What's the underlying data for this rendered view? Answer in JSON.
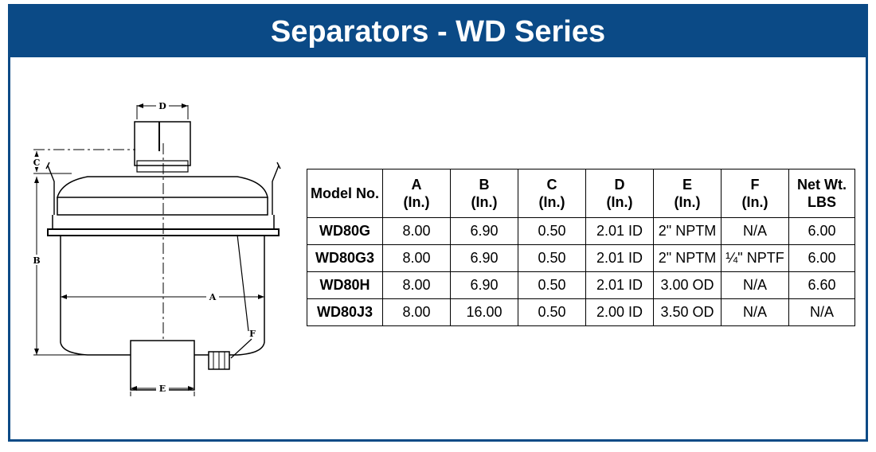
{
  "title": "Separators - WD Series",
  "diagram_labels": {
    "d": "D",
    "c": "C",
    "b": "B",
    "a": "A",
    "f": "F",
    "e": "E"
  },
  "table": {
    "headers": [
      {
        "line1": "Model No.",
        "line2": ""
      },
      {
        "line1": "A",
        "line2": "(In.)"
      },
      {
        "line1": "B",
        "line2": "(In.)"
      },
      {
        "line1": "C",
        "line2": "(In.)"
      },
      {
        "line1": "D",
        "line2": "(In.)"
      },
      {
        "line1": "E",
        "line2": "(In.)"
      },
      {
        "line1": "F",
        "line2": "(In.)"
      },
      {
        "line1": "Net Wt.",
        "line2": "LBS"
      }
    ],
    "rows": [
      [
        "WD80G",
        "8.00",
        "6.90",
        "0.50",
        "2.01 ID",
        "2\" NPTM",
        "N/A",
        "6.00"
      ],
      [
        "WD80G3",
        "8.00",
        "6.90",
        "0.50",
        "2.01 ID",
        "2\" NPTM",
        "¼\" NPTF",
        "6.00"
      ],
      [
        "WD80H",
        "8.00",
        "6.90",
        "0.50",
        "2.01 ID",
        "3.00 OD",
        "N/A",
        "6.60"
      ],
      [
        "WD80J3",
        "8.00",
        "16.00",
        "0.50",
        "2.00 ID",
        "3.50 OD",
        "N/A",
        "N/A"
      ]
    ]
  },
  "colors": {
    "brand_blue": "#0b4a86"
  }
}
